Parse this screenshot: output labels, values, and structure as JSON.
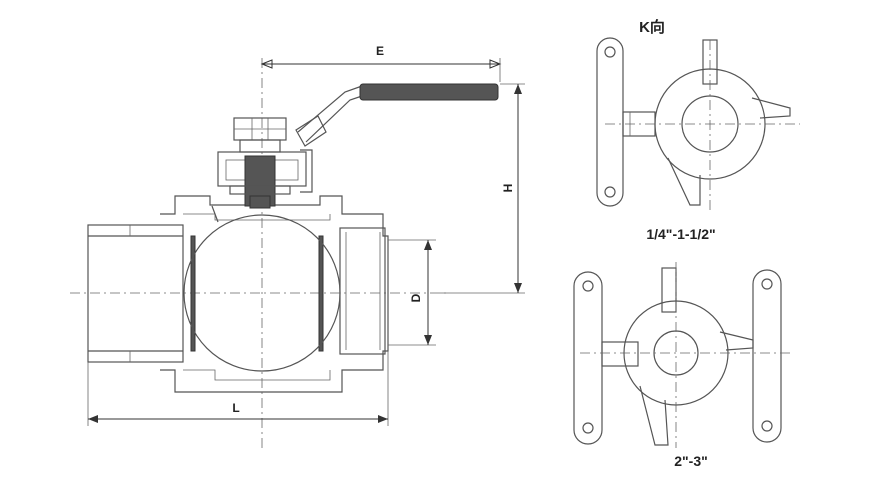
{
  "dimensions": {
    "e": "E",
    "h": "H",
    "d": "D",
    "l": "L"
  },
  "views": {
    "k_view_title": "K向",
    "small_size_range": "1/4\"-1-1/2\"",
    "large_size_range": "2\"-3\""
  },
  "colors": {
    "line": "#555555",
    "handle_grip": "#555555",
    "background": "#ffffff"
  }
}
